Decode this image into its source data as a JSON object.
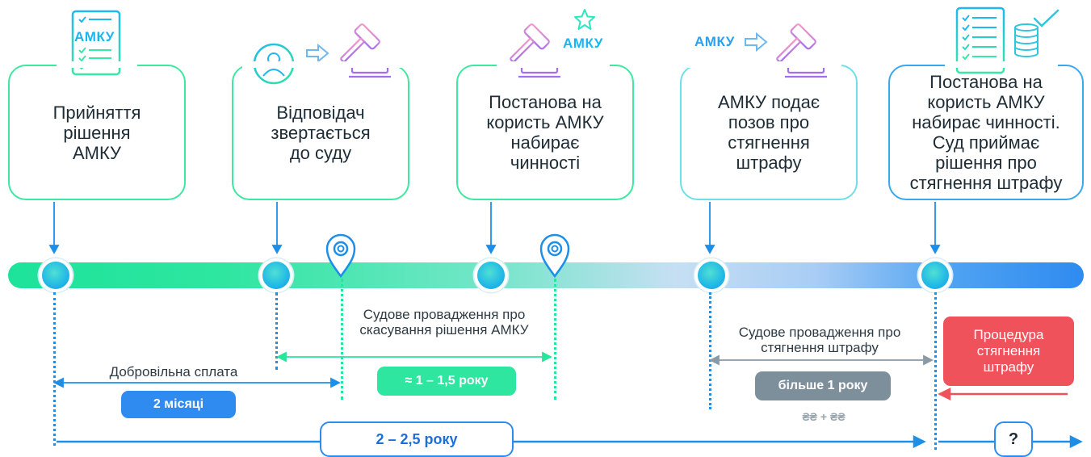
{
  "stages": [
    {
      "text": "Прийняття рішення АМКУ"
    },
    {
      "text": "Відповідач звертається до суду"
    },
    {
      "text": "Постанова на користь АМКУ набирає чинності"
    },
    {
      "text": "АМКУ подає позов про стягнення штрафу"
    },
    {
      "text": "Постанова на користь АМКУ набирає чинності. Суд приймає рішення про стягнення штрафу"
    }
  ],
  "icons": {
    "amku_doc_label": "АМКУ",
    "amku_star_label": "АМКУ",
    "amku_arrow_label": "АМКУ"
  },
  "periods": {
    "voluntary_label": "Добровільна сплата",
    "voluntary_duration": "2 місяці",
    "appeal_label": "Судове провадження про скасування рішення АМКУ",
    "appeal_duration": "≈ 1 – 1,5 року",
    "collection_label": "Судове провадження про стягнення штрафу",
    "collection_duration": "більше 1 року",
    "collection_cost": "₴₴ + ₴₴",
    "enforcement_label": "Процедура стягнення штрафу",
    "total_duration": "2 – 2,5 року",
    "unknown_duration": "?"
  },
  "colors": {
    "green": "#2ee6a0",
    "blue": "#2f8bf0",
    "gray": "#7e8f9c",
    "red": "#f0525c",
    "purple": "#b56ee8"
  }
}
